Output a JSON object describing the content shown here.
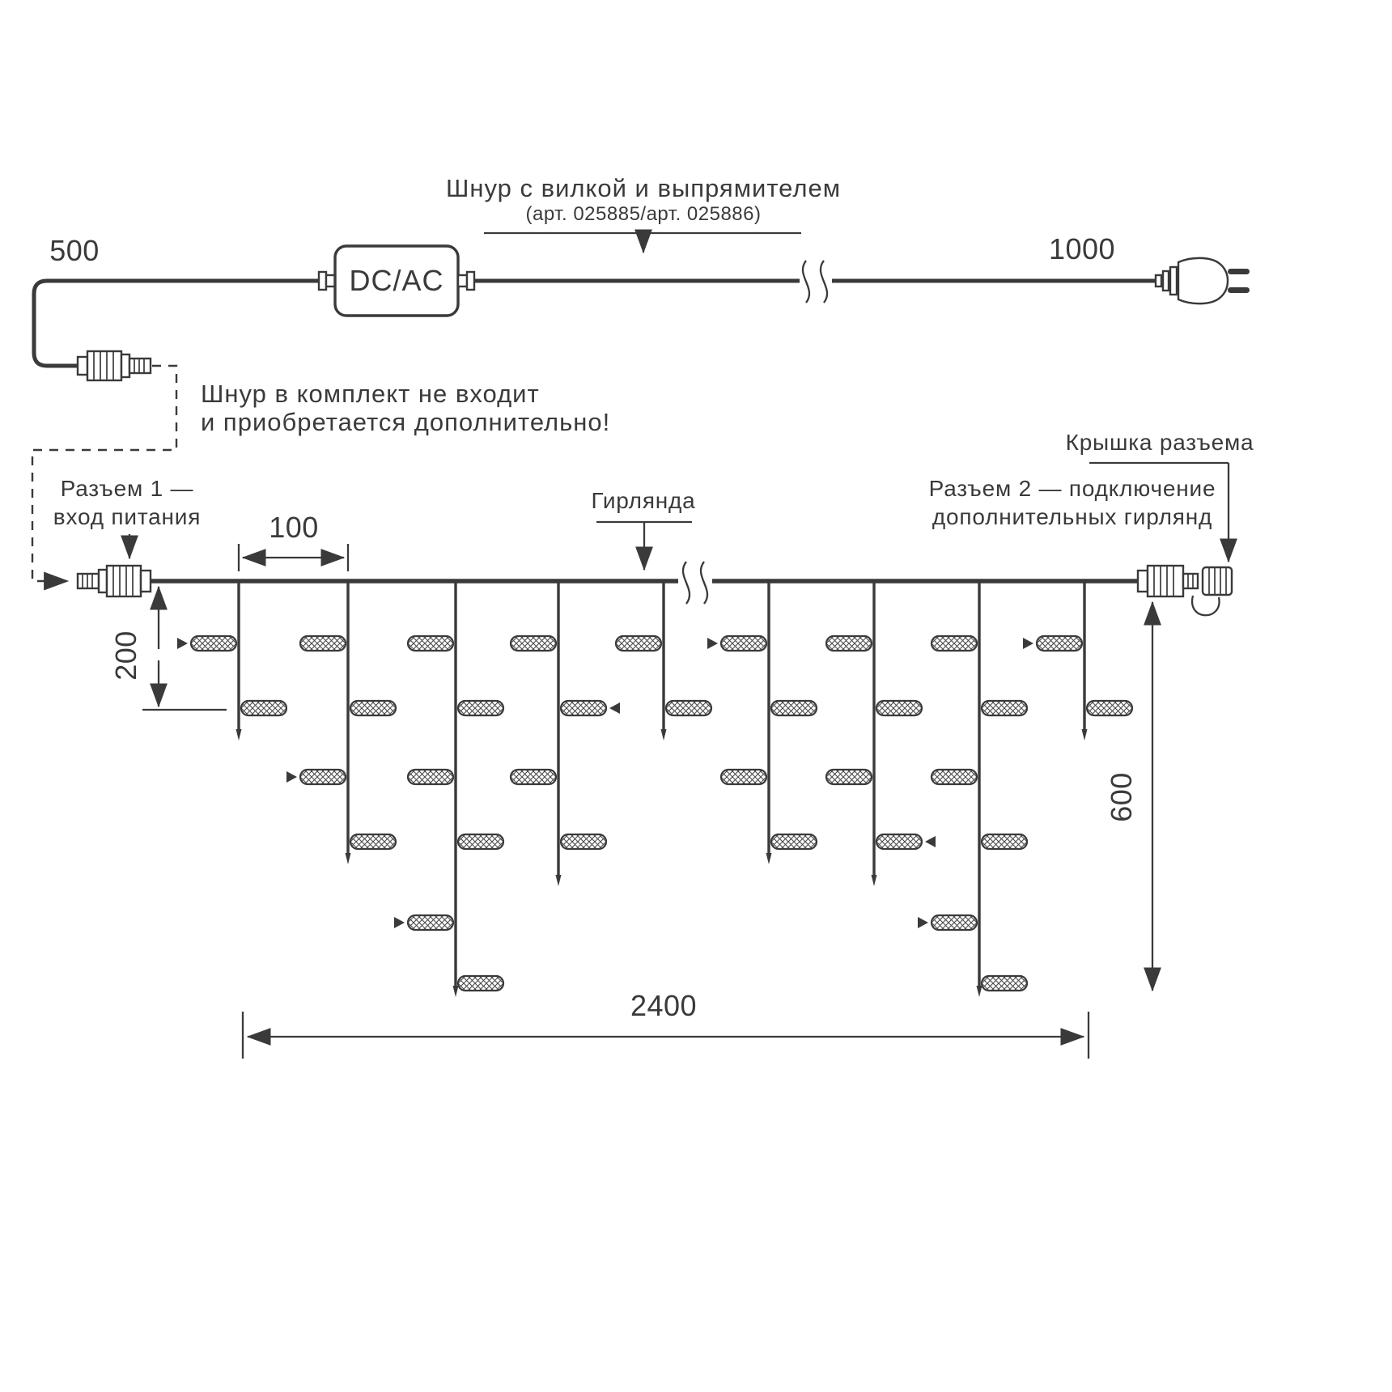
{
  "cord": {
    "title": "Шнур с вилкой и выпрямителем",
    "subtitle": "(арт. 025885/арт. 025886)",
    "converter": "DC/AC",
    "len_left": "500",
    "len_right": "1000"
  },
  "note": {
    "line1": "Шнур в комплект не входит",
    "line2": "и приобретается дополнительно!"
  },
  "garland": {
    "connector1_l1": "Разъем 1 —",
    "connector1_l2": "вход питания",
    "label": "Гирлянда",
    "connector2_l1": "Разъем 2 — подключение",
    "connector2_l2": "дополнительных гирлянд",
    "cap": "Крышка разъема"
  },
  "dims": {
    "spacing": "100",
    "first": "200",
    "height": "600",
    "total": "2400"
  },
  "colors": {
    "line": "#3a3a3a",
    "background": "#ffffff"
  }
}
